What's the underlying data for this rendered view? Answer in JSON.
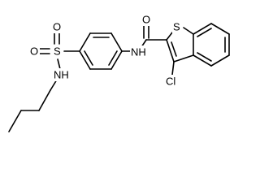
{
  "structure": {
    "atoms": {
      "sulfonyl_o_top": "O",
      "sulfonyl_o_left": "O",
      "sulfonyl_s": "S",
      "sulfonamide_nh": "NH",
      "amide_o": "O",
      "amide_nh": "NH",
      "thiophene_s": "S",
      "chlorine": "Cl"
    }
  }
}
